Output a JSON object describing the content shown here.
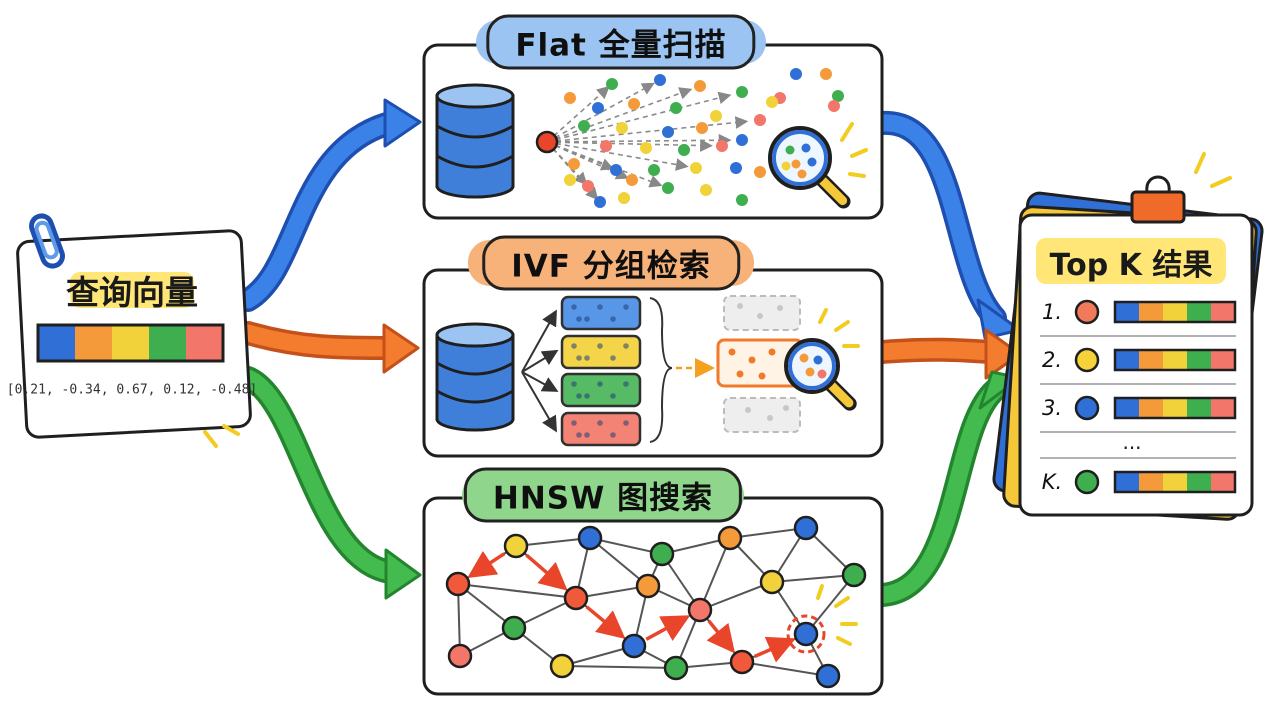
{
  "query": {
    "title": "查询向量",
    "vector_values": "[0.21, -0.34, 0.67, 0.12, -0.48]",
    "vector_colors": [
      "#2f6fd6",
      "#f59a3a",
      "#f2d23a",
      "#3fae4f",
      "#f2776a"
    ]
  },
  "methods": [
    {
      "id": "flat",
      "label": "Flat 全量扫描",
      "color": "#2f6fd6",
      "pill_color": "#9cc4f2"
    },
    {
      "id": "ivf",
      "label": "IVF 分组检索",
      "color": "#f07a2a",
      "pill_color": "#f7b27a"
    },
    {
      "id": "hnsw",
      "label": "HNSW 图搜索",
      "color": "#3db34b",
      "pill_color": "#8fd68c"
    }
  ],
  "ivf_groups": [
    "#4a8ee6",
    "#f4d13a",
    "#49b65a",
    "#f27a6a"
  ],
  "result": {
    "title": "Top K 结果",
    "items": [
      {
        "rank": "1.",
        "dot_color": "#f07a5a"
      },
      {
        "rank": "2.",
        "dot_color": "#f6d23a"
      },
      {
        "rank": "3.",
        "dot_color": "#2f6fd6"
      },
      {
        "rank": "K.",
        "dot_color": "#3fae4f"
      }
    ],
    "ellipsis": "..."
  }
}
